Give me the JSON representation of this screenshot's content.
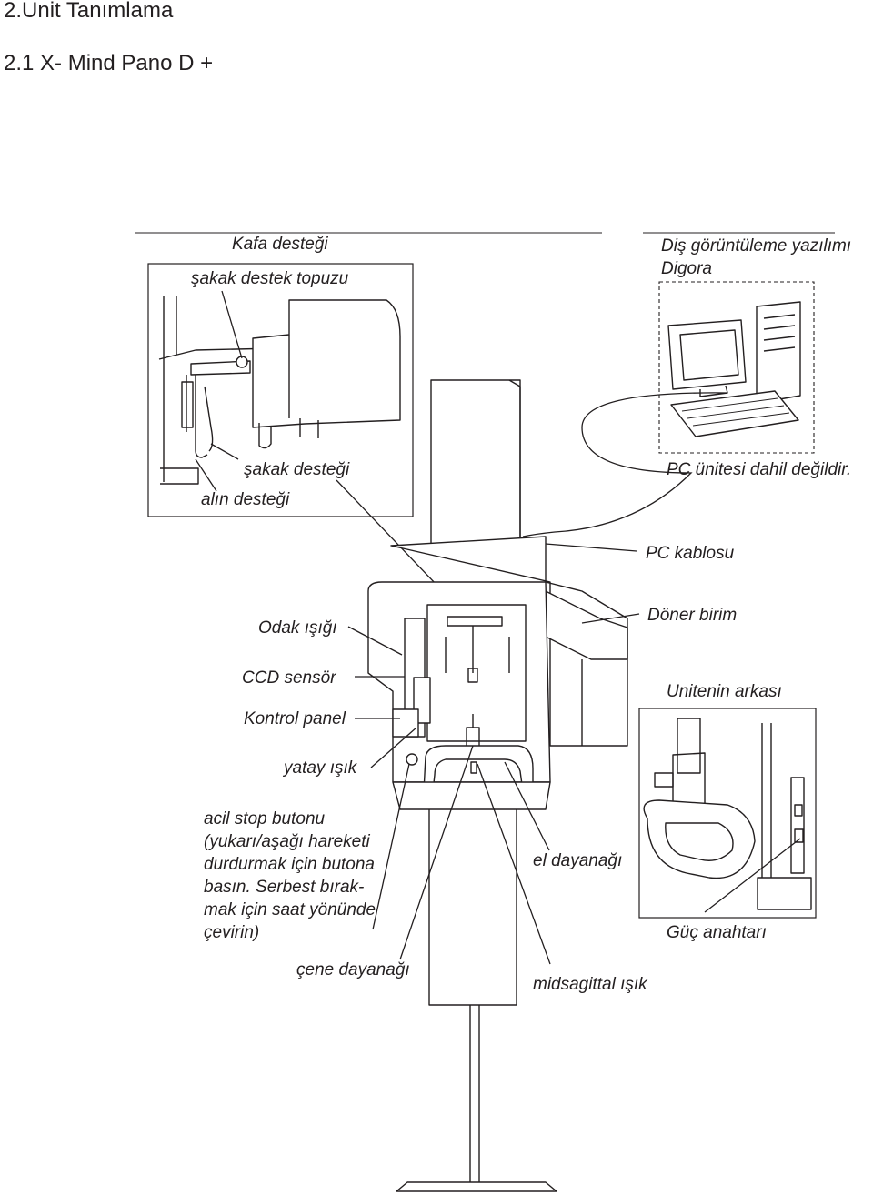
{
  "headings": {
    "section": "2.Unit Tanımlama",
    "subsection": "2.1 X- Mind Pano D +"
  },
  "labels": {
    "kafa_destegi": "Kafa desteği",
    "sakak_destek_topuzu": "şakak destek topuzu",
    "sakak_destegi": "şakak desteği",
    "alin_destegi": "alın desteği",
    "dis_goruntuleme_line1": "Diş görüntüleme yazılımı",
    "dis_goruntuleme_line2": "Digora",
    "pc_unitesi": "PC ünitesi dahil değildir.",
    "pc_kablosu": "PC kablosu",
    "doner_birim": "Döner birim",
    "unitenin_arkasi": "Unitenin arkası",
    "odak_isigi": "Odak ışığı",
    "ccd_sensor": "CCD sensör",
    "kontrol_panel": "Kontrol panel",
    "yatay_isik": "yatay ışık",
    "acil_stop": [
      "acil stop butonu",
      "(yukarı/aşağı hareketi",
      "durdurmak için butona",
      "basın. Serbest bırak-",
      "mak için saat yönünde",
      "çevirin)"
    ],
    "el_dayanagi": "el dayanağı",
    "guc_anahtari": "Güç anahtarı",
    "cene_dayanagi": "çene dayanağı",
    "midsagittal_isik": "midsagittal ışık"
  }
}
